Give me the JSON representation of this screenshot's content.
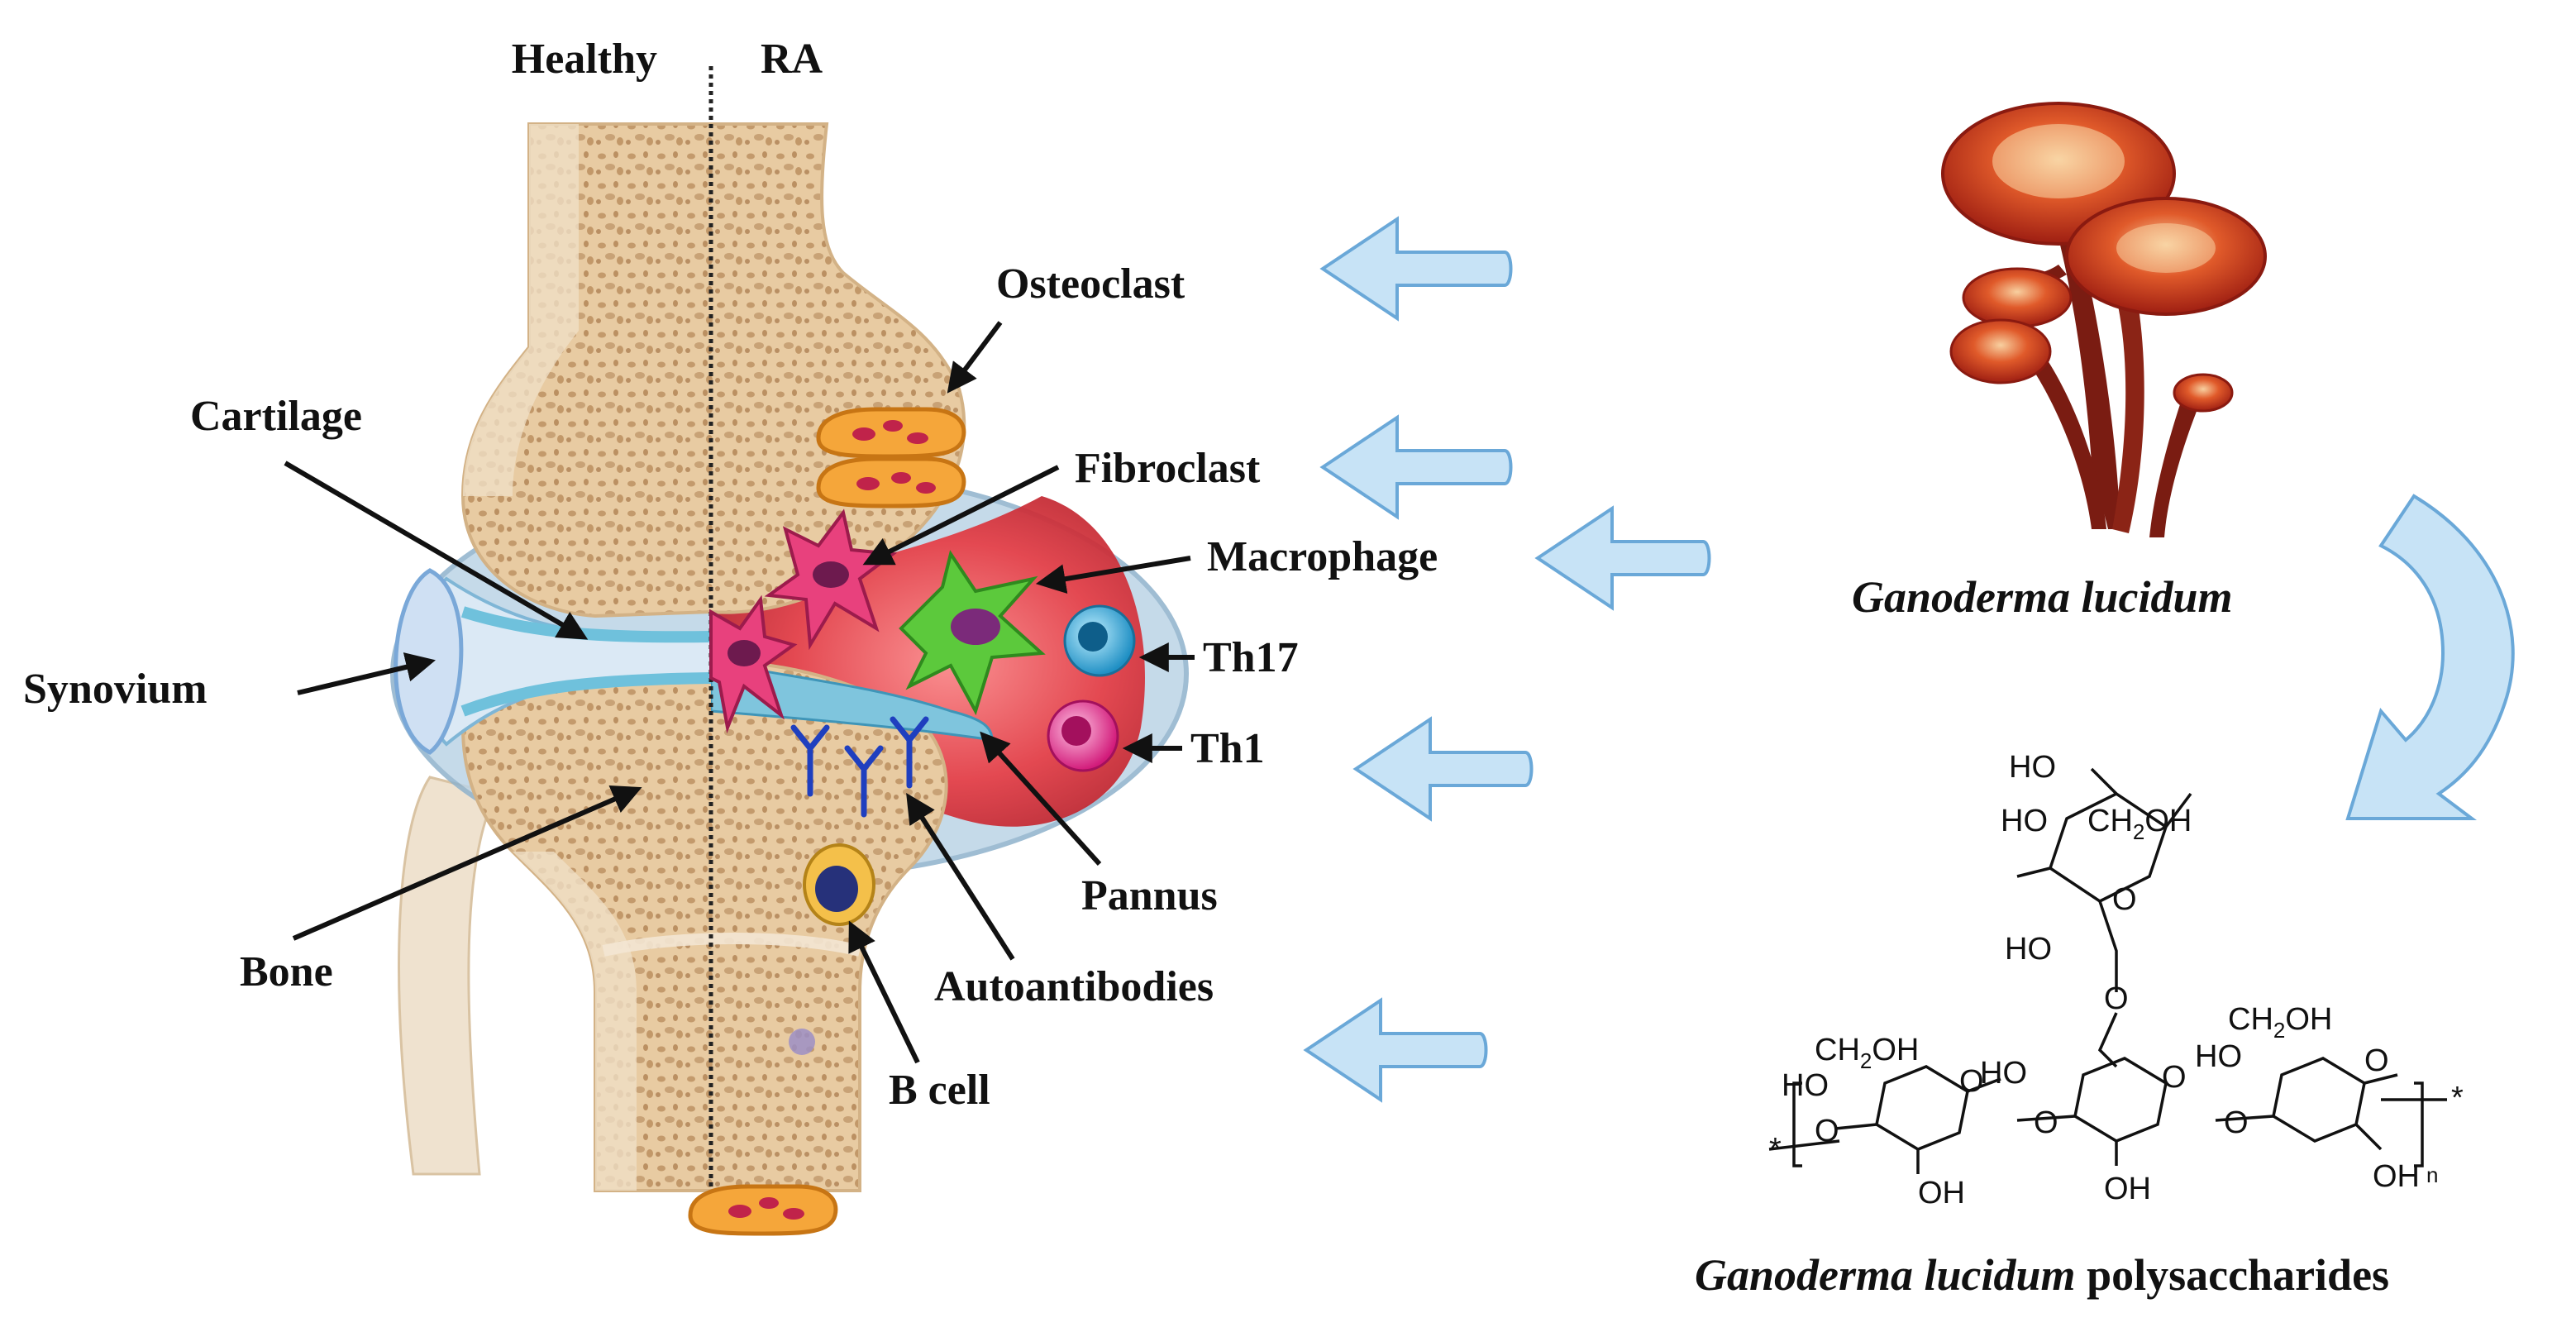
{
  "header": {
    "healthy": "Healthy",
    "ra": "RA"
  },
  "labels": {
    "osteoclast": "Osteoclast",
    "cartilage": "Cartilage",
    "fibroclast": "Fibroclast",
    "macrophage": "Macrophage",
    "synovium": "Synovium",
    "th17": "Th17",
    "th1": "Th1",
    "pannus": "Pannus",
    "bone": "Bone",
    "autoantibodies": "Autoantibodies",
    "b_cell": "B cell"
  },
  "mushroom": {
    "caption": "Ganoderma lucidum"
  },
  "polysaccharide": {
    "caption_italic": "Ganoderma lucidum",
    "caption_regular": " polysaccharides",
    "chem": {
      "ho": "HO",
      "oh": "OH",
      "ch2oh": "CH",
      "ch2oh_sub": "2",
      "ch2oh_tail": "OH",
      "o": "O",
      "n": "n",
      "star": "*"
    }
  },
  "colors": {
    "bone": "#e6c9a0",
    "bone_dots": "#b98f63",
    "inflamed": "#e8434a",
    "capsule": "#a9c8de",
    "cartilage": "#9dd1e3",
    "arrow_fill": "#c7e3f6",
    "arrow_stroke": "#6aa8d8",
    "mushroom_cap": "#c9341e",
    "mushroom_stem": "#7a1c12"
  },
  "icons": [
    "osteoclast-cell-icon",
    "fibroclast-cell-icon",
    "macrophage-cell-icon",
    "th17-cell-icon",
    "th1-cell-icon",
    "b-cell-icon",
    "antibody-icon",
    "mushroom-icon",
    "curved-arrow-icon",
    "inhibition-arrow-icon"
  ]
}
